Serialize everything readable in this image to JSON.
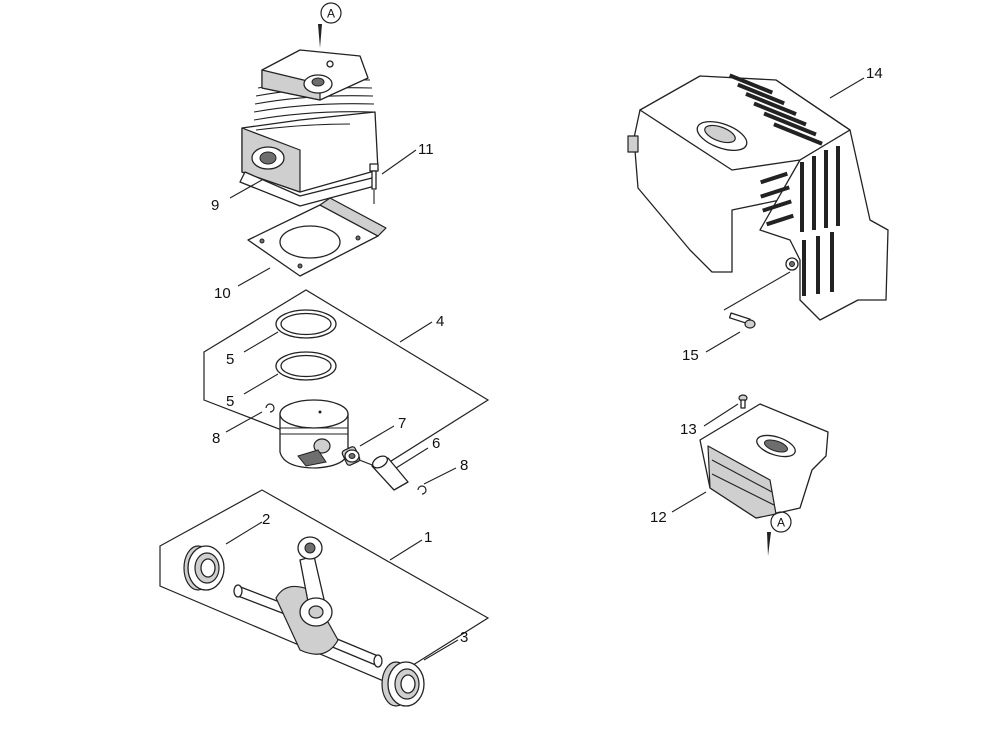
{
  "labels": {
    "p1": "1",
    "p2": "2",
    "p3": "3",
    "p4": "4",
    "p5a": "5",
    "p5b": "5",
    "p6": "6",
    "p7": "7",
    "p8a": "8",
    "p8b": "8",
    "p9": "9",
    "p10": "10",
    "p11": "11",
    "p12": "12",
    "p13": "13",
    "p14": "14",
    "p15": "15"
  },
  "references": {
    "top": "A",
    "bottom": "A"
  },
  "colors": {
    "line": "#222222",
    "shade": "#cfcfcf",
    "dark": "#6e6e6e"
  }
}
